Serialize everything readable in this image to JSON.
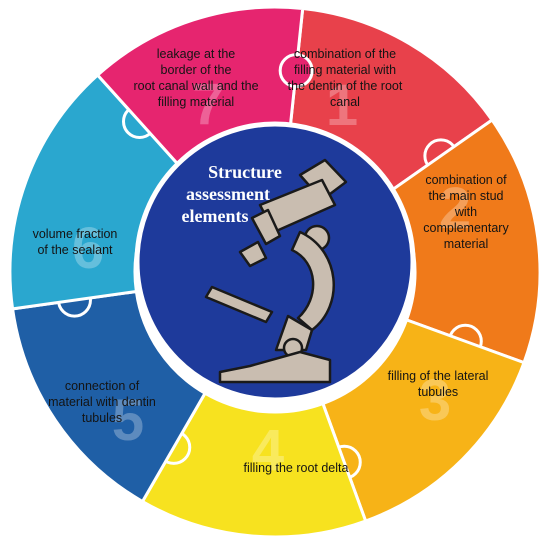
{
  "center": {
    "title_lines": [
      "Structure",
      "assessment",
      "elements"
    ],
    "icon": "microscope-icon",
    "color": "#1e3a9b"
  },
  "segments": [
    {
      "number": "1",
      "color": "#e8414b",
      "lines": [
        "combination of the",
        "filling material with",
        "the dentin of the root",
        "canal"
      ]
    },
    {
      "number": "2",
      "color": "#f07a1a",
      "lines": [
        "combination of",
        "the main stud",
        "with",
        "complementary",
        "material"
      ]
    },
    {
      "number": "3",
      "color": "#f7b317",
      "lines": [
        "filling of the lateral",
        "tubules"
      ]
    },
    {
      "number": "4",
      "color": "#f7e21f",
      "lines": [
        "filling the root delta"
      ]
    },
    {
      "number": "5",
      "color": "#1f5fa6",
      "lines": [
        "connection of",
        "material with dentin",
        "tubules"
      ]
    },
    {
      "number": "6",
      "color": "#2aa7cf",
      "lines": [
        "volume fraction",
        "of the sealant"
      ]
    },
    {
      "number": "7",
      "color": "#e6256f",
      "lines": [
        "leakage at the",
        "border of the",
        "root canal wall and the",
        "filling material"
      ]
    }
  ]
}
